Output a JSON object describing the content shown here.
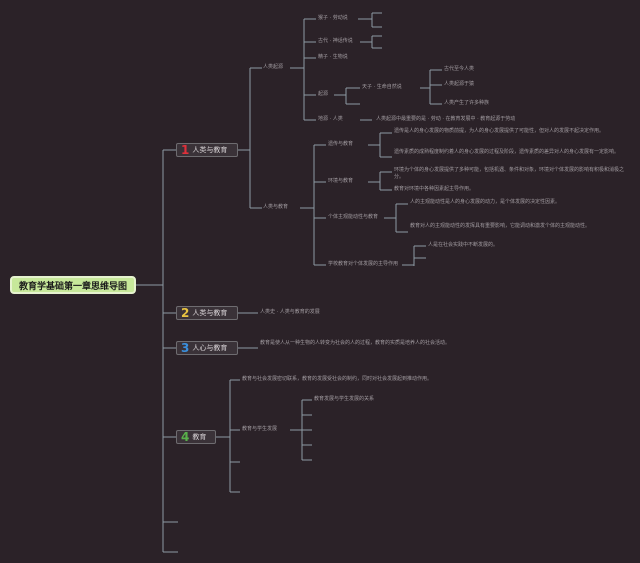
{
  "root": {
    "title": "教育学基础第一章思维导图"
  },
  "branches": [
    {
      "num": "1",
      "label": "人类与教育",
      "num_color": "#e0303a"
    },
    {
      "num": "2",
      "label": "人类与教育",
      "num_color": "#e8c341"
    },
    {
      "num": "3",
      "label": "人心与教育",
      "num_color": "#3a8fdc"
    },
    {
      "num": "4",
      "label": "教育",
      "num_color": "#58b04a"
    }
  ],
  "b1": {
    "n1": "人类起源",
    "n1a": "猴子 · 劳动说",
    "n1b": "古代 · 神话传说",
    "n1c": "精子 · 生物说",
    "n1d": "起源",
    "n1e": "天子 · 生命自然说",
    "n1f": "地源 · 人类",
    "n1g": "古代至今人类",
    "n1h": "人类起源于猿",
    "n1i": "人类产生了许多种族",
    "n1j": "人类起源中最重要的是 · 劳动 · 在教育发展中 · 教育起源于劳动",
    "n2": "人类与教育",
    "n2a": "遗传与教育",
    "n2a1": "遗传是人的身心发展的物质前提，为人的身心发展提供了可能性，但对人的发展不起决定作用。",
    "n2a2": "遗传素质的成熟程度制约着人的身心发展的过程及阶段，遗传素质的差异对人的身心发展有一定影响。",
    "n2b": "环境与教育",
    "n2b1": "环境为个体的身心发展提供了多种可能，包括机遇、条件和对象，环境对个体发展的影响有积极和消极之分。",
    "n2b2": "教育对环境中各种因素起主导作用。",
    "n2c": "个体主观能动性与教育",
    "n2c1": "人的主观能动性是人的身心发展的动力，是个体发展的决定性因素。",
    "n2c2": "教育对人的主观能动性的发挥具有重要影响，它能调动和激发个体的主观能动性。",
    "n2d": "学校教育对个体发展的主导作用",
    "n2d1": "人是在社会实践中不断发展的。"
  },
  "b2": {
    "note": "人类史 · 人类与教育的发展"
  },
  "b3": {
    "note": "教育是使人从一种生物的人转变为社会的人的过程，教育的实质是培养人的社会活动。"
  },
  "b4": {
    "n1": "教育与社会发展密切联系，教育的发展受社会的制约，同时对社会发展起到推动作用。",
    "n2": "教育与学生发展",
    "n3": "教育发展与学生发展的关系"
  }
}
